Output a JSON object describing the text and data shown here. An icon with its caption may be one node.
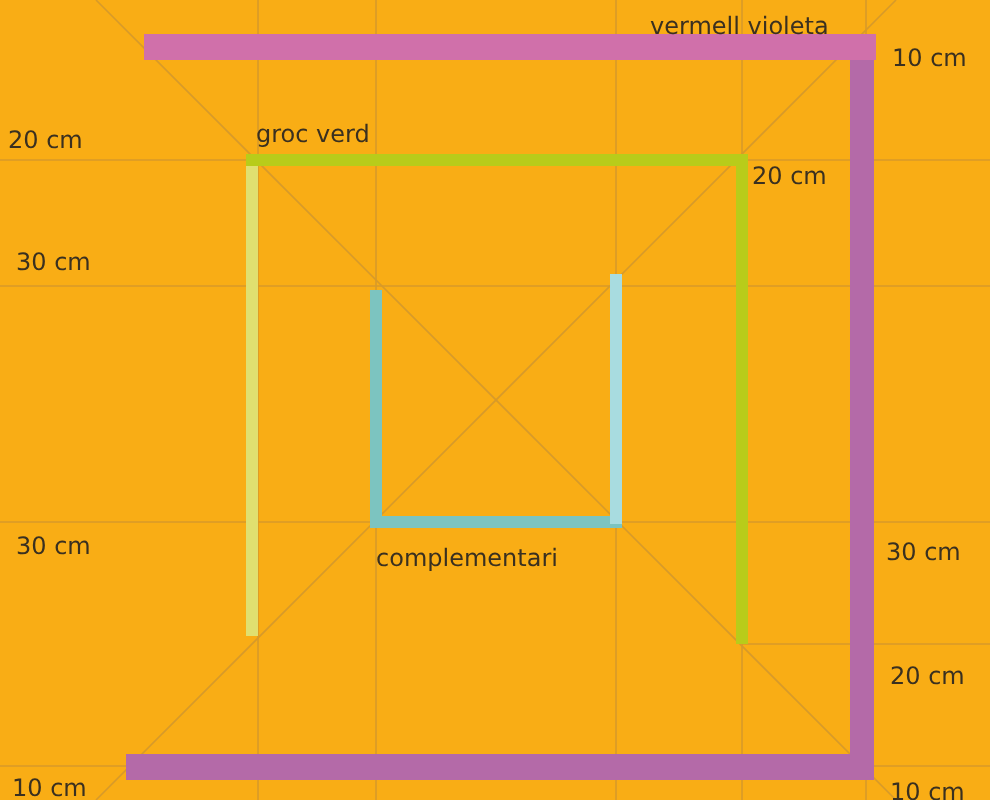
{
  "diagram": {
    "labels": [
      "vermell violeta",
      "10 cm",
      "groc verd",
      "20 cm",
      "20 cm",
      "30 cm",
      "30 cm",
      "complementari",
      "30 cm",
      "20 cm",
      "10 cm",
      "10 cm"
    ]
  }
}
